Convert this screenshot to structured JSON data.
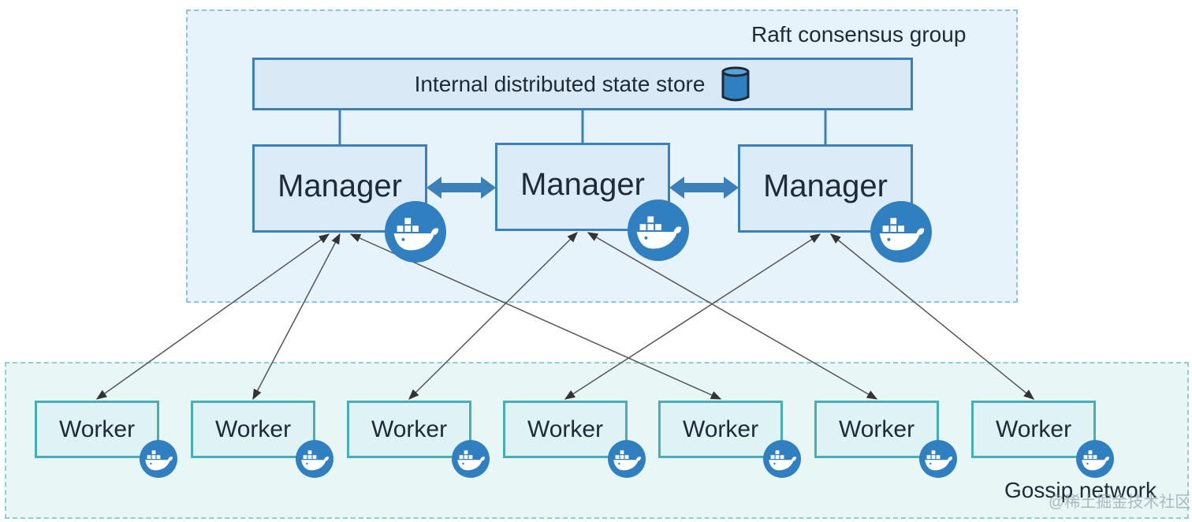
{
  "regions": {
    "raft_label": "Raft consensus group",
    "gossip_label": "Gossip network"
  },
  "store": {
    "label": "Internal distributed state store",
    "icon": "database-icon"
  },
  "managers": [
    {
      "label": "Manager",
      "icon": "docker-whale-icon"
    },
    {
      "label": "Manager",
      "icon": "docker-whale-icon"
    },
    {
      "label": "Manager",
      "icon": "docker-whale-icon"
    }
  ],
  "workers": [
    {
      "label": "Worker",
      "icon": "docker-whale-icon"
    },
    {
      "label": "Worker",
      "icon": "docker-whale-icon"
    },
    {
      "label": "Worker",
      "icon": "docker-whale-icon"
    },
    {
      "label": "Worker",
      "icon": "docker-whale-icon"
    },
    {
      "label": "Worker",
      "icon": "docker-whale-icon"
    },
    {
      "label": "Worker",
      "icon": "docker-whale-icon"
    },
    {
      "label": "Worker",
      "icon": "docker-whale-icon"
    }
  ],
  "connections": [
    {
      "from": "managers.0",
      "to": "workers.0"
    },
    {
      "from": "managers.0",
      "to": "workers.1"
    },
    {
      "from": "managers.0",
      "to": "workers.4"
    },
    {
      "from": "managers.1",
      "to": "workers.2"
    },
    {
      "from": "managers.1",
      "to": "workers.5"
    },
    {
      "from": "managers.2",
      "to": "workers.3"
    },
    {
      "from": "managers.2",
      "to": "workers.6"
    }
  ],
  "watermark": "@稀土掘金技术社区",
  "colors": {
    "raft_fill": "#e6f3fb",
    "gossip_fill": "#e8f6f6",
    "manager_border": "#3b80b8",
    "worker_border": "#46aeb6",
    "docker_blue": "#2f7fc1"
  }
}
